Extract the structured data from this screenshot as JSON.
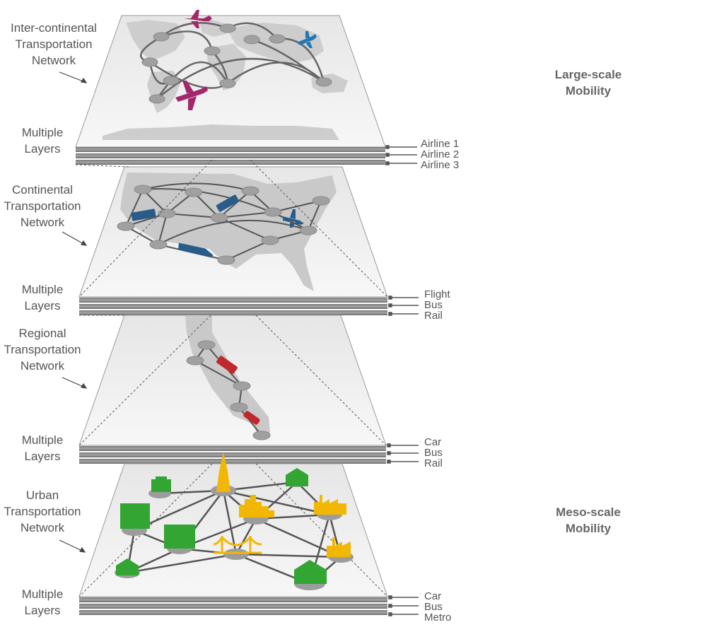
{
  "scales": {
    "large": [
      "Large-scale",
      "Mobility"
    ],
    "meso": [
      "Meso-scale",
      "Mobility"
    ]
  },
  "panels": [
    {
      "title": [
        "Inter-continental",
        "Transportation",
        "Network"
      ],
      "layers_label": [
        "Multiple",
        "Layers"
      ],
      "sublayers": [
        "Airline 1",
        "Airline 2",
        "Airline 3"
      ]
    },
    {
      "title": [
        "Continental",
        "Transportation",
        "Network"
      ],
      "layers_label": [
        "Multiple",
        "Layers"
      ],
      "sublayers": [
        "Flight",
        "Bus",
        "Rail"
      ]
    },
    {
      "title": [
        "Regional",
        "Transportation",
        "Network"
      ],
      "layers_label": [
        "Multiple",
        "Layers"
      ],
      "sublayers": [
        "Car",
        "Bus",
        "Rail"
      ]
    },
    {
      "title": [
        "Urban",
        "Transportation",
        "Network"
      ],
      "layers_label": [
        "Multiple",
        "Layers"
      ],
      "sublayers": [
        "Car",
        "Bus",
        "Metro"
      ]
    }
  ],
  "colors": {
    "air_magenta": "#a3286b",
    "air_blue": "#1f78b4",
    "transit_blue": "#2a5c8a",
    "regional_red": "#c0282d",
    "urban_green": "#33a532",
    "urban_yellow": "#f2b705",
    "node_gray": "#9c9c9c",
    "edge_gray": "#6a6a6a",
    "map_gray": "#cfcfcf"
  }
}
